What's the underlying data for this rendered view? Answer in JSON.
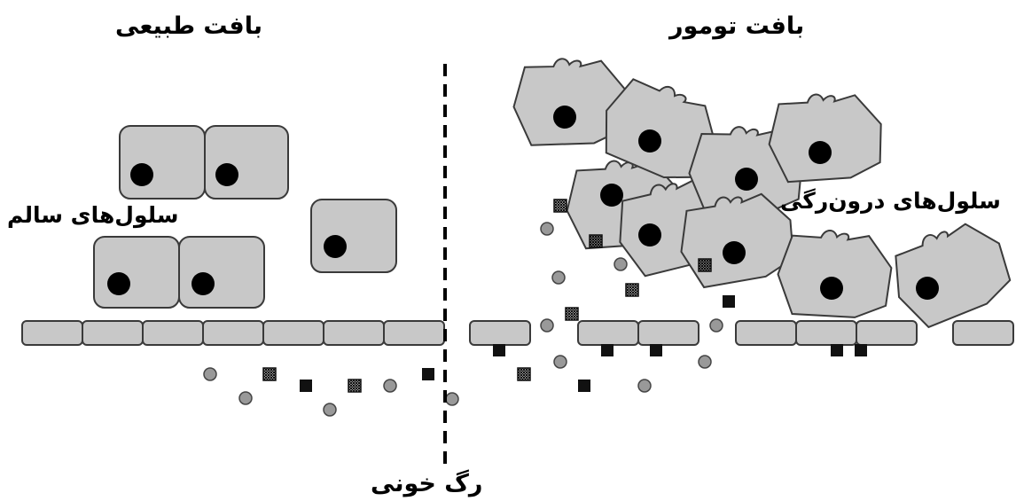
{
  "labels": {
    "normal_tissue": "بافت طبیعی",
    "tumor_tissue": "بافت تومور",
    "healthy_cells": "سلول‌های سالم",
    "endothelial_cells": "سلول‌های درون‌رگی",
    "blood_vessel": "رگ خونی"
  },
  "colors": {
    "cell_fill": "#c8c8c8",
    "outline": "#3a3a3a",
    "nucleus": "#000000"
  }
}
